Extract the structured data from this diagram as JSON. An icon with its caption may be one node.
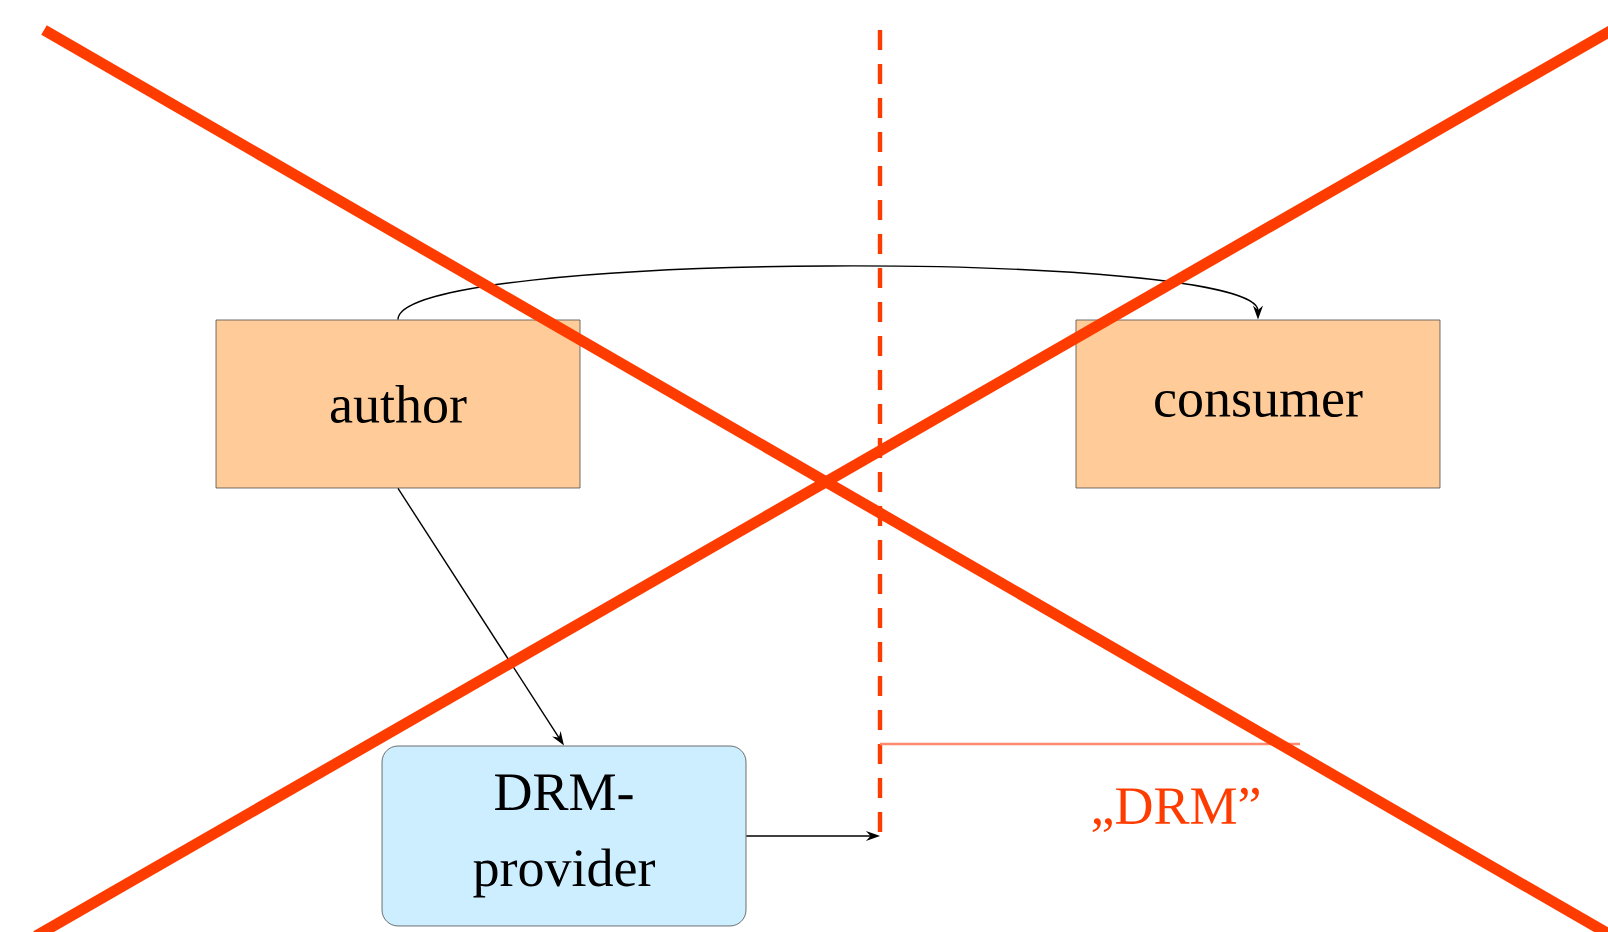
{
  "diagram": {
    "nodes": [
      {
        "text": [
          "author"
        ]
      },
      {
        "text": [
          "consumer"
        ]
      },
      {
        "text": [
          "DRM- provider"
        ]
      }
    ],
    "edges": [
      {
        "from": 0,
        "to": 1,
        "arrow": "to"
      },
      {
        "from": 0,
        "to": 2,
        "arrow": "to"
      },
      {
        "from": 2,
        "to": null,
        "arrow": "to"
      }
    ],
    "labels": [
      "„DRM”"
    ]
  }
}
